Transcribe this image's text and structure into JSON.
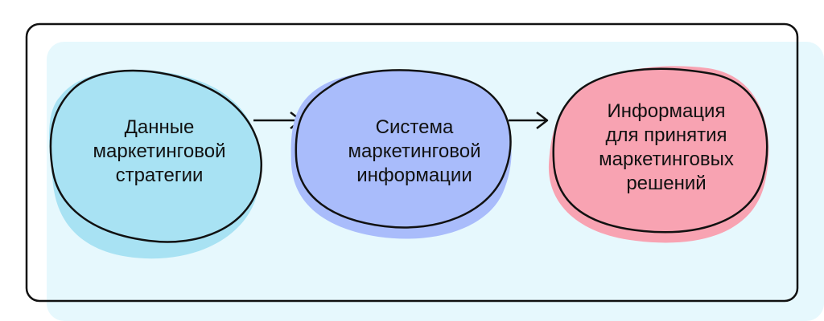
{
  "colors": {
    "background_panel": "#E6F8FD",
    "frame_stroke": "#111111",
    "node1_fill": "#A8E2F3",
    "node2_fill": "#A9BCFB",
    "node3_fill": "#F8A3B2",
    "outline": "#111111"
  },
  "nodes": [
    {
      "id": "data",
      "lines": [
        "Данные",
        "маркетинговой",
        "стратегии"
      ]
    },
    {
      "id": "system",
      "lines": [
        "Система",
        "маркетинговой",
        "информации"
      ]
    },
    {
      "id": "info",
      "lines": [
        "Информация",
        "для принятия",
        "маркетинговых",
        "решений"
      ]
    }
  ],
  "edges": [
    {
      "from": "data",
      "to": "system"
    },
    {
      "from": "system",
      "to": "info"
    }
  ]
}
